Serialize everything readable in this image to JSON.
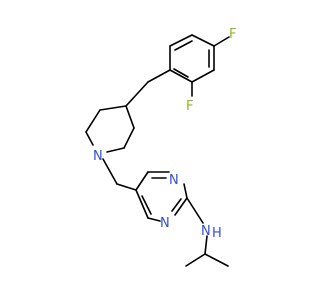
{
  "molecule": {
    "atoms": {
      "f_para": "F",
      "f_ortho": "F",
      "n_piperidine": "N",
      "n_pyrimidine_top": "N",
      "n_pyrimidine_bottom": "N",
      "nh_amine": "N",
      "h_amine": "H"
    },
    "colors": {
      "bond": "#000000",
      "fluorine": "#8fb820",
      "nitrogen": "#3050d8"
    }
  }
}
